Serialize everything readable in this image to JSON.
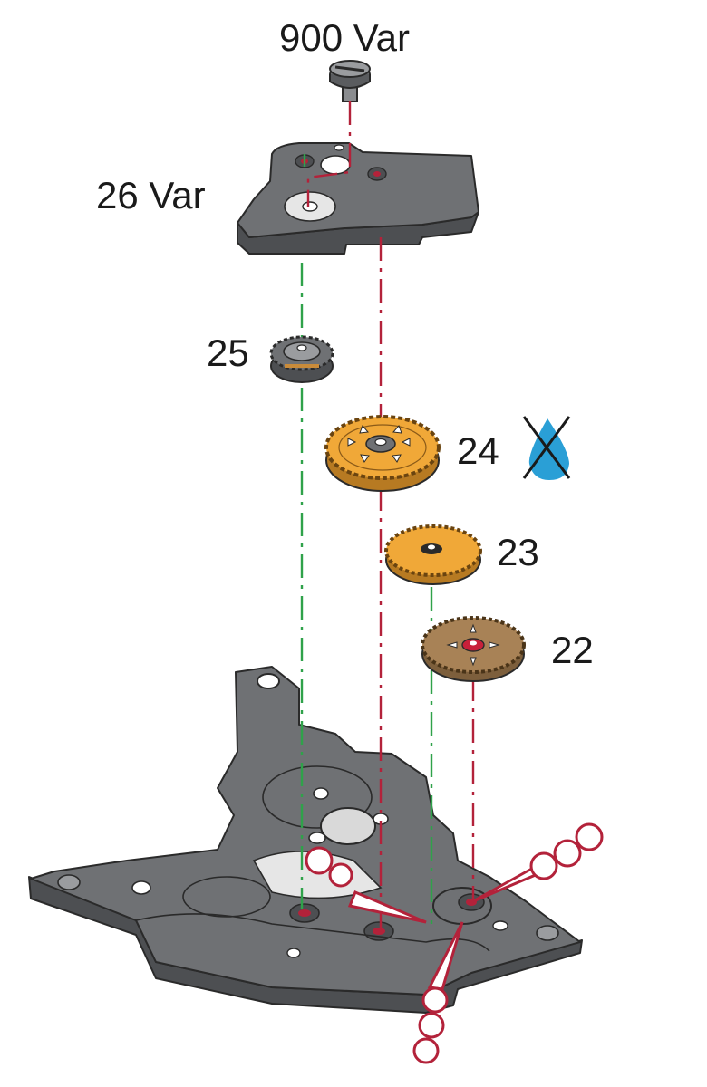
{
  "labels": {
    "screw": "900 Var",
    "bridge": "26 Var",
    "gear_25": "25",
    "gear_24": "24",
    "gear_23": "23",
    "gear_22": "22"
  },
  "icons": {
    "no_lubrication": "crossed-oil-drop-icon"
  },
  "colors": {
    "metal": "#6f7174",
    "gear_gold": "#f0a838",
    "gear_bronze": "#a88256",
    "axis_green": "#2fa24a",
    "axis_red": "#b3223a",
    "oil_drop": "#2a9fd6"
  }
}
